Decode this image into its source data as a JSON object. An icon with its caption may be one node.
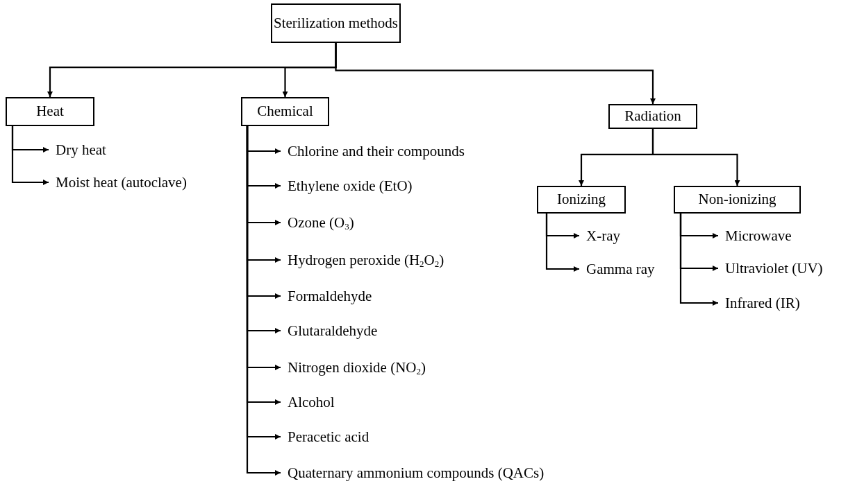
{
  "diagram": {
    "nodes": [
      {
        "text": [
          "Sterilization methods"
        ]
      },
      {
        "text": [
          "Heat"
        ]
      },
      {
        "text": [
          "Chemical"
        ]
      },
      {
        "text": [
          "Radiation"
        ]
      },
      {
        "text": [
          "Dry heat"
        ]
      },
      {
        "text": [
          "Moist heat (autoclave)"
        ]
      },
      {
        "text": [
          "Chlorine and their compounds"
        ]
      },
      {
        "text": [
          "Ethylene oxide (EtO)"
        ]
      },
      {
        "text": [
          "Ozone (O$_{3}$)"
        ]
      },
      {
        "text": [
          "Hydrogen peroxide (H$_{2}$O$_{2}$)"
        ]
      },
      {
        "text": [
          "Formaldehyde"
        ]
      },
      {
        "text": [
          "Glutaraldehyde"
        ]
      },
      {
        "text": [
          "Nitrogen dioxide (NO$_{2}$)"
        ]
      },
      {
        "text": [
          "Alcohol"
        ]
      },
      {
        "text": [
          "Peracetic acid"
        ]
      },
      {
        "text": [
          "Quaternary ammonium compounds (QACs)"
        ]
      },
      {
        "text": [
          "Ionizing"
        ]
      },
      {
        "text": [
          "Non-ionizing"
        ]
      },
      {
        "text": [
          "X-ray"
        ]
      },
      {
        "text": [
          "Gamma ray"
        ]
      },
      {
        "text": [
          "Microwave"
        ]
      },
      {
        "text": [
          "Ultraviolet (UV)"
        ]
      },
      {
        "text": [
          "Infrared (IR)"
        ]
      }
    ],
    "edges": [
      {
        "from": 0,
        "to": 1,
        "arrow": "to"
      },
      {
        "from": 0,
        "to": 2,
        "arrow": "to"
      },
      {
        "from": 0,
        "to": 3,
        "arrow": "to"
      },
      {
        "from": 1,
        "to": 4,
        "arrow": "to"
      },
      {
        "from": 1,
        "to": 5,
        "arrow": "to"
      },
      {
        "from": 2,
        "to": 6,
        "arrow": "to"
      },
      {
        "from": 2,
        "to": 7,
        "arrow": "to"
      },
      {
        "from": 2,
        "to": 8,
        "arrow": "to"
      },
      {
        "from": 2,
        "to": 9,
        "arrow": "to"
      },
      {
        "from": 2,
        "to": 10,
        "arrow": "to"
      },
      {
        "from": 2,
        "to": 11,
        "arrow": "to"
      },
      {
        "from": 2,
        "to": 12,
        "arrow": "to"
      },
      {
        "from": 2,
        "to": 13,
        "arrow": "to"
      },
      {
        "from": 2,
        "to": 14,
        "arrow": "to"
      },
      {
        "from": 2,
        "to": 15,
        "arrow": "to"
      },
      {
        "from": 3,
        "to": 16,
        "arrow": "to"
      },
      {
        "from": 3,
        "to": 17,
        "arrow": "to"
      },
      {
        "from": 16,
        "to": 18,
        "arrow": "to"
      },
      {
        "from": 16,
        "to": 19,
        "arrow": "to"
      },
      {
        "from": 17,
        "to": 20,
        "arrow": "to"
      },
      {
        "from": 17,
        "to": 21,
        "arrow": "to"
      },
      {
        "from": 17,
        "to": 22,
        "arrow": "to"
      }
    ]
  }
}
